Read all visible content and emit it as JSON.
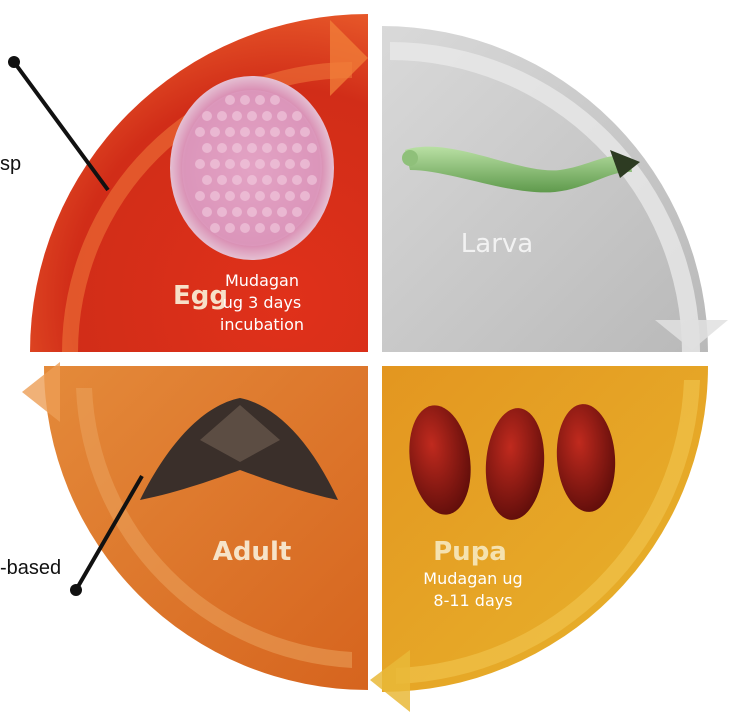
{
  "stages": {
    "egg": {
      "label": "Egg",
      "duration": [
        "Mudagan",
        "ug 3 days",
        "incubation"
      ]
    },
    "larva": {
      "label": "Larva"
    },
    "pupa": {
      "label": "Pupa",
      "duration": [
        "Mudagan ug",
        "8-11 days"
      ]
    },
    "adult": {
      "label": "Adult"
    }
  },
  "edge_text": {
    "top_left": "sp",
    "bottom_left": "-based"
  },
  "colors": {
    "egg": "#d4301c",
    "larva": "#c9c9c9",
    "pupa": "#e49a1c",
    "adult": "#d76a22"
  },
  "images": {
    "egg": "egg-cluster-photo",
    "larva": "caterpillar-photo",
    "pupa": "pupae-photo",
    "adult": "moth-photo"
  }
}
